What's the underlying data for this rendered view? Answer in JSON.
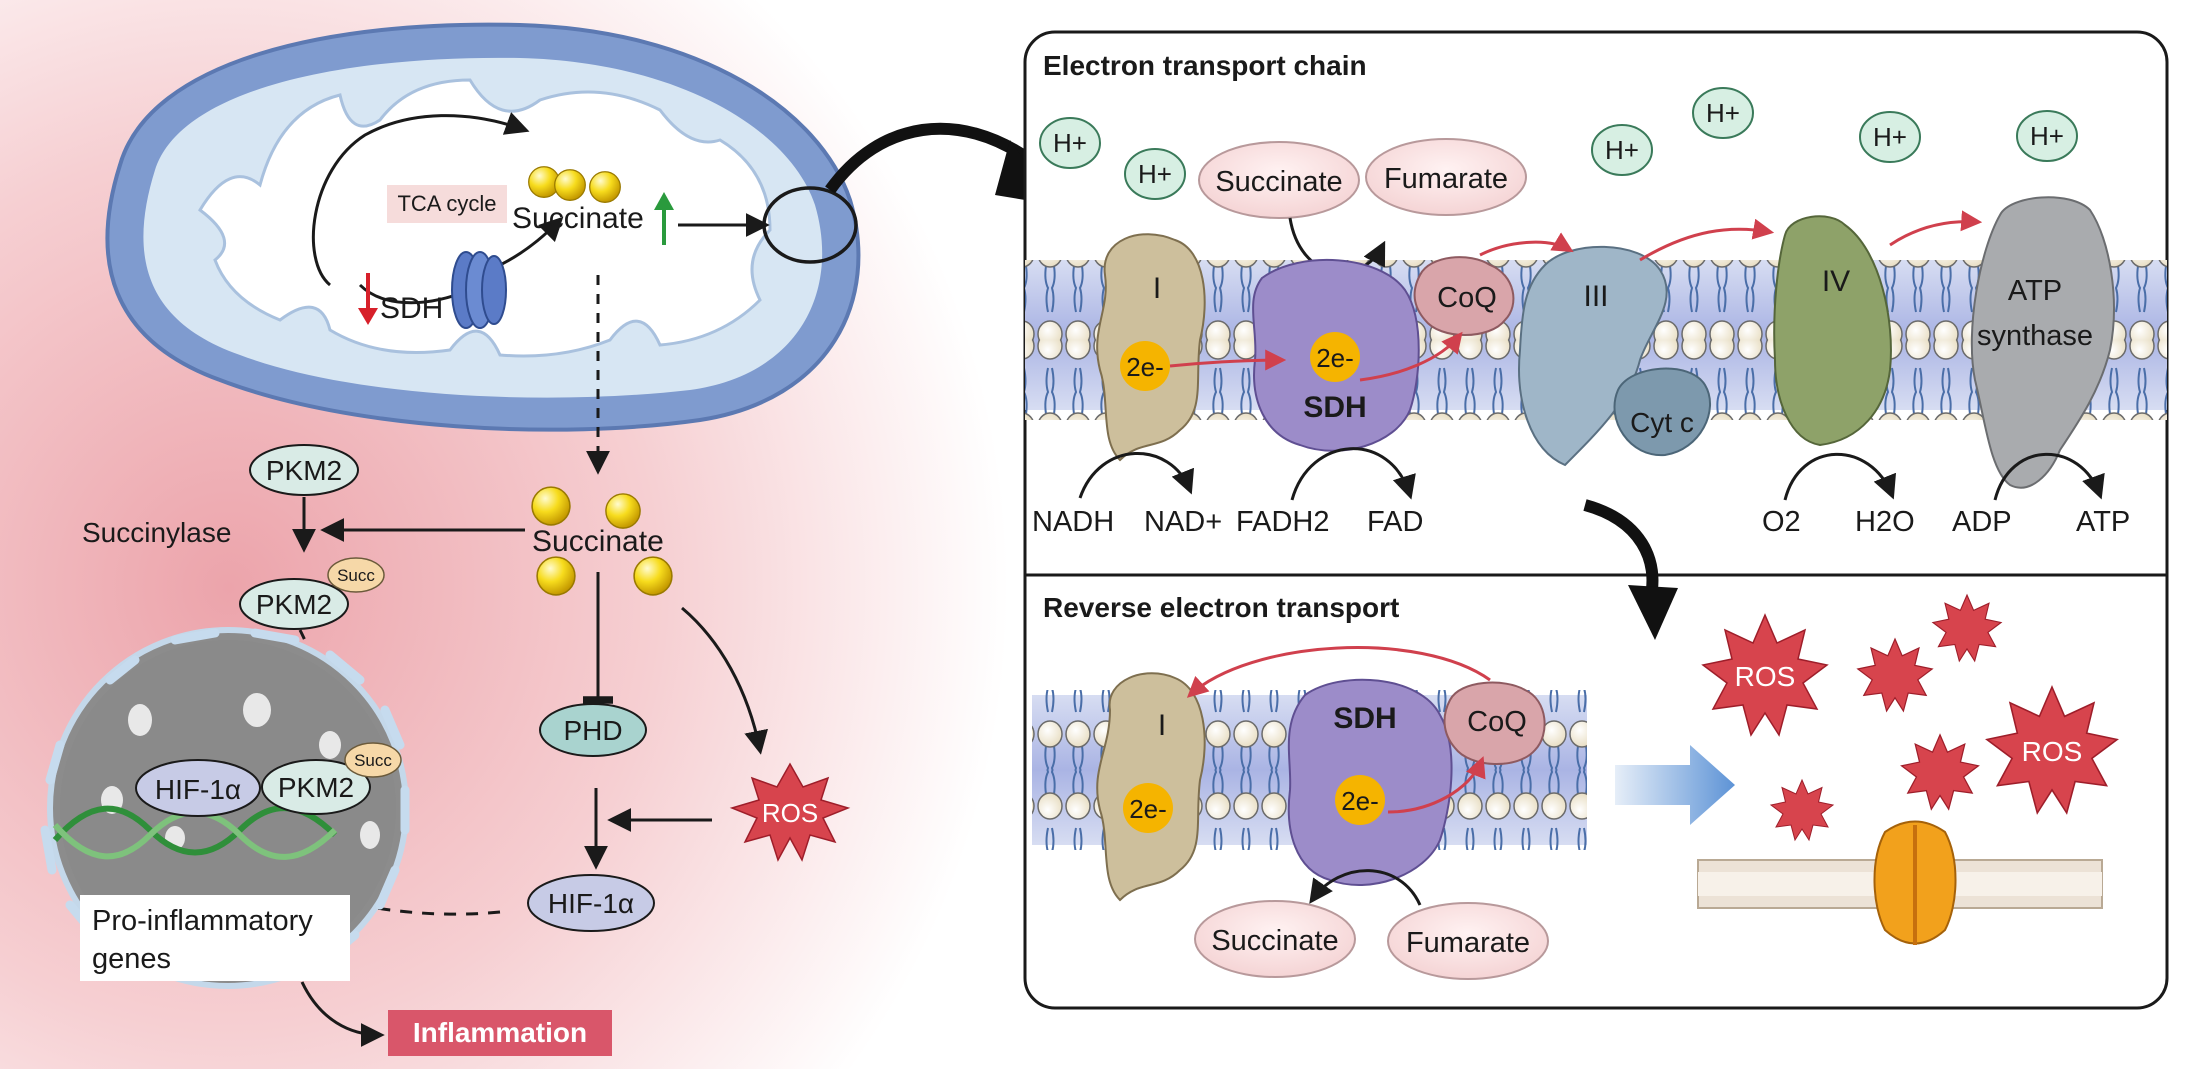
{
  "mito": {
    "tca_label": "TCA cycle",
    "succinate_label": "Succinate",
    "sdh_label": "SDH"
  },
  "signaling": {
    "pkm2_label": "PKM2",
    "pkm2_succ_label": "PKM2",
    "succ_tag": "Succ",
    "succinylase_label": "Succinylase",
    "succinate_label": "Succinate",
    "phd_label": "PHD",
    "ros_label": "ROS",
    "hif_label": "HIF-1α"
  },
  "nucleus": {
    "hif_label": "HIF-1α",
    "pkm2_label": "PKM2",
    "succ_tag": "Succ",
    "genes_label": "Pro-inflammatory genes",
    "genes_line1": "Pro-inflammatory",
    "genes_line2": "genes",
    "inflammation_label": "Inflammation"
  },
  "etc": {
    "title": "Electron transport chain",
    "proton_label": "H+",
    "substrates": [
      "Succinate",
      "Fumarate"
    ],
    "complexes": [
      "I",
      "SDH",
      "CoQ",
      "III",
      "Cyt c",
      "IV",
      "ATP synthase"
    ],
    "atp_line1": "ATP",
    "atp_line2": "synthase",
    "electron_label": "2e-",
    "bottom_labels": [
      "NADH",
      "NAD+",
      "FADH2",
      "FAD",
      "O2",
      "H2O",
      "ADP",
      "ATP"
    ]
  },
  "ret": {
    "title": "Reverse electron transport",
    "complexes": [
      "I",
      "SDH",
      "CoQ"
    ],
    "electron_label": "2e-",
    "substrates": [
      "Succinate",
      "Fumarate"
    ],
    "ros_labels": [
      "ROS",
      "ROS"
    ]
  },
  "colors": {
    "background_pink": "#f2b8bd",
    "mito_outer": "#7f9bcf",
    "mito_inner": "#cfe0f0",
    "ros": "#d7444d",
    "inflammation": "#d9566a",
    "electron": "#f5b400",
    "sdh": "#9c8cc9",
    "complex_I": "#cdbf9c",
    "complex_III": "#9fb6c8",
    "complex_IV": "#8ea269",
    "atp_synthase": "#a9abae"
  }
}
